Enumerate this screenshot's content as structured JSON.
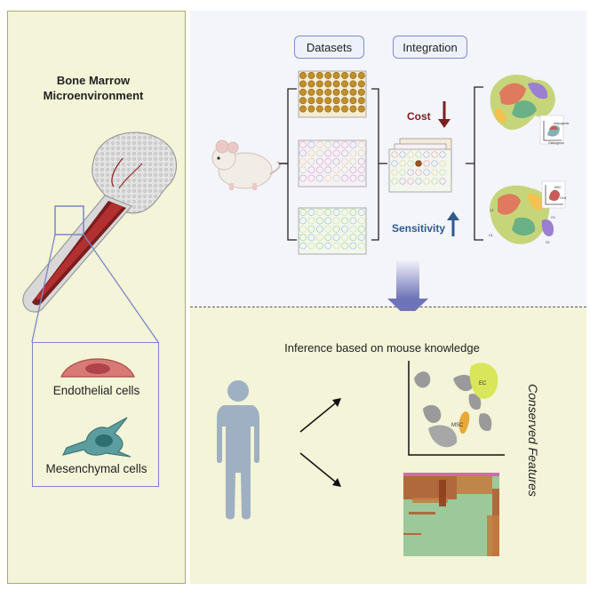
{
  "left_panel": {
    "title_line1": "Bone Marrow",
    "title_line2": "Microenvironment",
    "endothelial_label": "Endothelial cells",
    "mesenchymal_label": "Mesenchymal cells"
  },
  "top_panel": {
    "datasets_label": "Datasets",
    "integration_label": "Integration",
    "cost_label": "Cost",
    "sensitivity_label": "Sensitivity",
    "umap1_labels": [
      "Adipogenic",
      "Osteogenic"
    ],
    "umap2_labels": [
      "MSC",
      "OLN",
      "C2",
      "C3",
      "C4",
      "C5"
    ]
  },
  "bottom_panel": {
    "inference_label": "Inference based on mouse knowledge",
    "conserved_label": "Conserved Features",
    "scatter_labels": {
      "ec": "EC",
      "msc": "MSC"
    }
  },
  "colors": {
    "left_bg": "#f3f4d8",
    "top_bg": "#f4f4fb",
    "cost_arrow": "#7a1f1f",
    "sensitivity_arrow": "#2e5a8c",
    "flow_arrow": "#6f74b8",
    "ec_cluster": "#d9e65a",
    "msc_cluster": "#e6a93a",
    "heatmap_low": "#9dc99a",
    "heatmap_high": "#b4582b"
  },
  "icons": [
    "bone-icon",
    "mouse-icon",
    "human-icon",
    "endothelial-cell-icon",
    "mesenchymal-cell-icon"
  ]
}
